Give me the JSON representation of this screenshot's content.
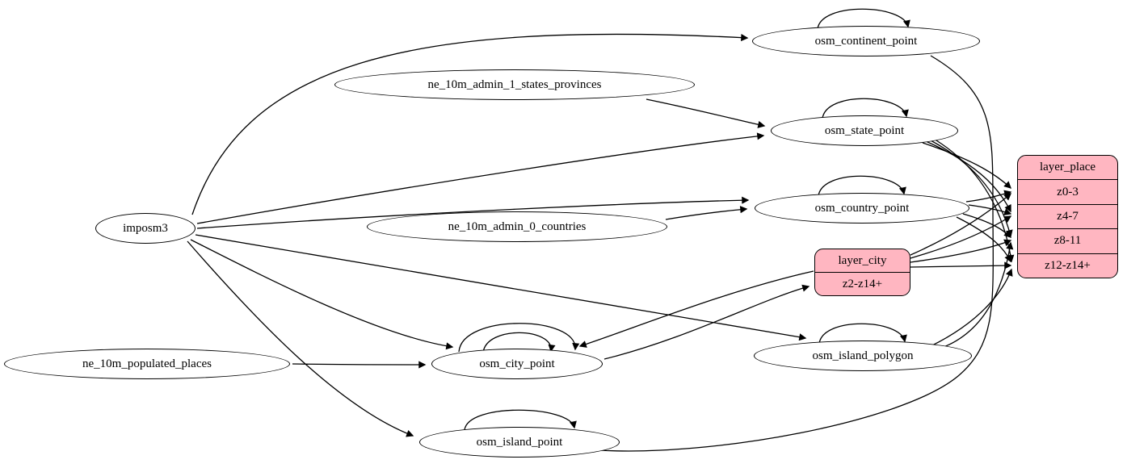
{
  "diagram": {
    "type": "etl-graph",
    "colors": {
      "background": "#ffffff",
      "node_fill": "#ffffff",
      "record_fill": "#ffb6c1",
      "stroke": "#000000"
    },
    "nodes": {
      "imposm3": "imposm3",
      "ne_admin1": "ne_10m_admin_1_states_provinces",
      "ne_admin0": "ne_10m_admin_0_countries",
      "ne_populated": "ne_10m_populated_places",
      "continent": "osm_continent_point",
      "state": "osm_state_point",
      "country": "osm_country_point",
      "city": "osm_city_point",
      "island_polygon": "osm_island_polygon",
      "island_point": "osm_island_point"
    },
    "records": {
      "layer_place": {
        "title": "layer_place",
        "rows": [
          "z0-3",
          "z4-7",
          "z8-11",
          "z12-z14+"
        ]
      },
      "layer_city": {
        "title": "layer_city",
        "rows": [
          "z2-z14+"
        ]
      }
    }
  }
}
